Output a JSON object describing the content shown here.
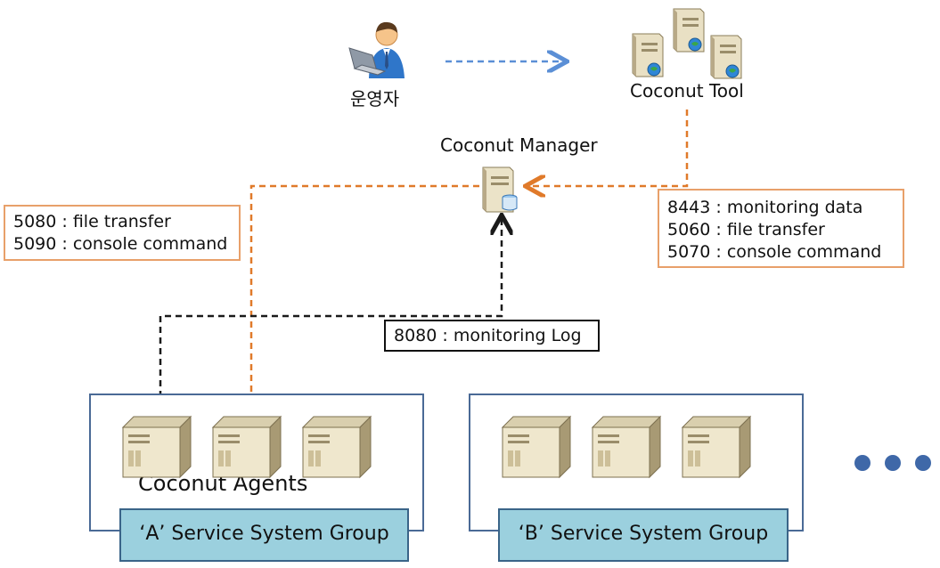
{
  "operator": {
    "label": "운영자",
    "icon": "operator-person-laptop-icon"
  },
  "coconut_tool": {
    "label": "Coconut Tool",
    "icon": "server-cluster-icon"
  },
  "coconut_manager": {
    "label": "Coconut Manager",
    "icon": "database-server-icon"
  },
  "manager_to_agents_ports": {
    "lines": [
      "5080 : file transfer",
      "5090 : console command"
    ]
  },
  "tool_to_manager_ports": {
    "lines": [
      "8443 : monitoring  data",
      "5060 : file transfer",
      "5070 : console command"
    ]
  },
  "agents_to_manager_ports": {
    "lines": [
      "8080 : monitoring  Log"
    ]
  },
  "groups": [
    {
      "label": "‘A’ Service System Group",
      "agents_label": "Coconut Agents",
      "server_count": 3
    },
    {
      "label": "‘B’ Service System Group",
      "agents_label": "",
      "server_count": 3
    }
  ],
  "ellipsis": "more-groups-dots",
  "colors": {
    "orange_arrow": "#e07a2a",
    "blue_arrow": "#5b8fd6",
    "black_arrow": "#1a1a1a",
    "group_border": "#4a6a96",
    "group_label_fill": "#9bd0de",
    "dots": "#3f68a8"
  }
}
